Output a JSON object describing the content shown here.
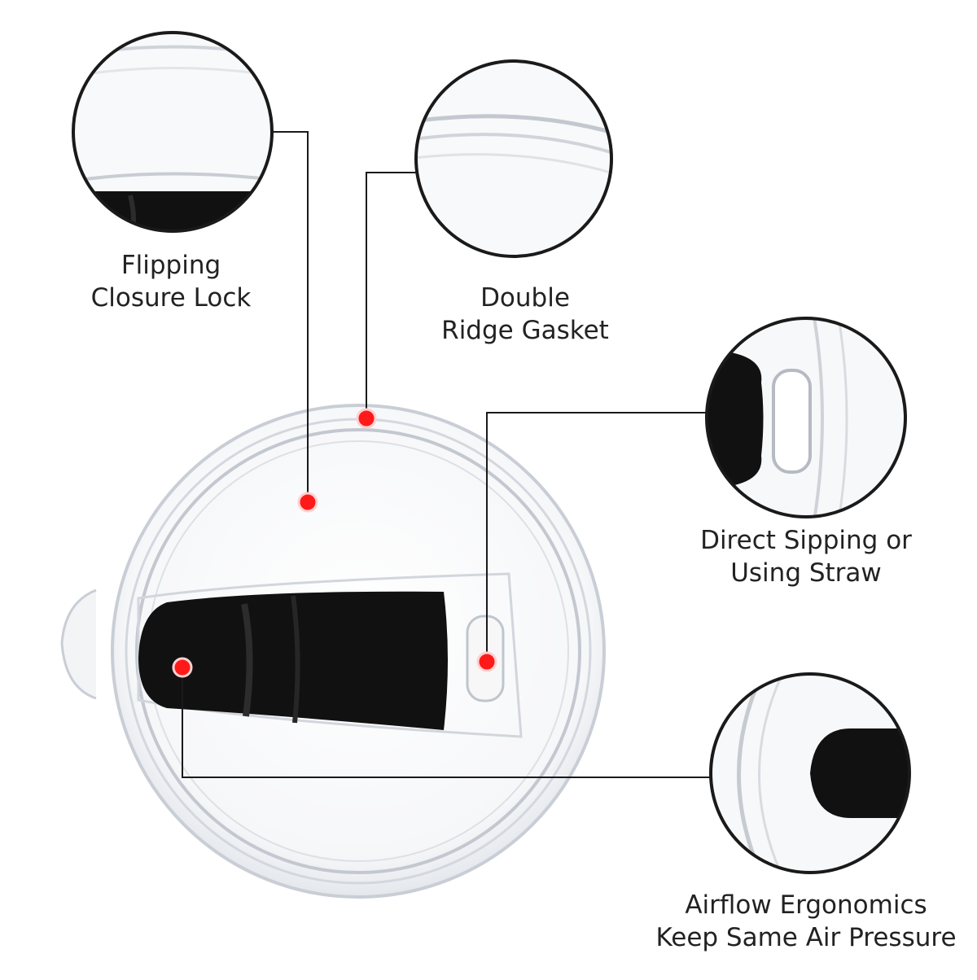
{
  "colors": {
    "leader_line": "#1a1a1a",
    "marker": "#ff1a1a",
    "lid_rim": "#c9ced6",
    "slider": "#111111",
    "text": "#222222"
  },
  "callouts": [
    {
      "id": "flip",
      "lines": [
        "Flipping",
        "Closure Lock"
      ]
    },
    {
      "id": "gasket",
      "lines": [
        "Double",
        "Ridge Gasket"
      ]
    },
    {
      "id": "sip",
      "lines": [
        "Direct Sipping or",
        "Using Straw"
      ]
    },
    {
      "id": "air",
      "lines": [
        "Airflow Ergonomics",
        "Keep Same Air Pressure"
      ]
    }
  ]
}
